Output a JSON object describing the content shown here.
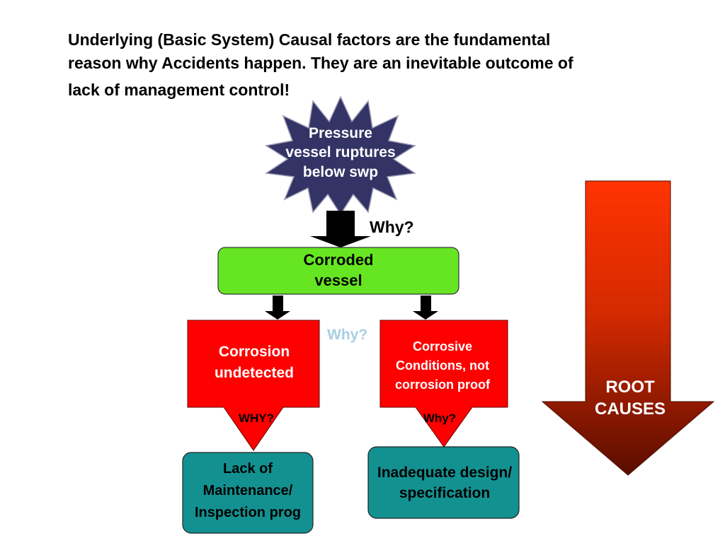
{
  "intro": {
    "line1": "Underlying (Basic System) Causal factors are the fundamental",
    "line2": "reason why Accidents happen. They are an inevitable outcome of",
    "line3": "lack of management control!"
  },
  "burst": {
    "line1": "Pressure",
    "line2": "vessel ruptures",
    "line3": "below swp"
  },
  "why_top": "Why?",
  "corroded": {
    "line1": "Corroded",
    "line2": "vessel"
  },
  "why_middle": "Why?",
  "left_cause": {
    "line1": "Corrosion",
    "line2": "undetected",
    "why": "WHY?"
  },
  "right_cause": {
    "line1": "Corrosive",
    "line2": "Conditions, not",
    "line3": "corrosion proof",
    "why": "Why?"
  },
  "left_root": {
    "line1": "Lack of",
    "line2": "Maintenance/",
    "line3": "Inspection prog"
  },
  "right_root": {
    "line1": "Inadequate design/",
    "line2": "specification"
  },
  "root_arrow": {
    "line1": "ROOT",
    "line2": "CAUSES"
  },
  "colors": {
    "burst": "#333366",
    "corroded": "#66e622",
    "red_box": "#ff0000",
    "teal_box": "#139191",
    "arrow_top": "#ff3300",
    "arrow_bottom": "#5a0d00"
  }
}
